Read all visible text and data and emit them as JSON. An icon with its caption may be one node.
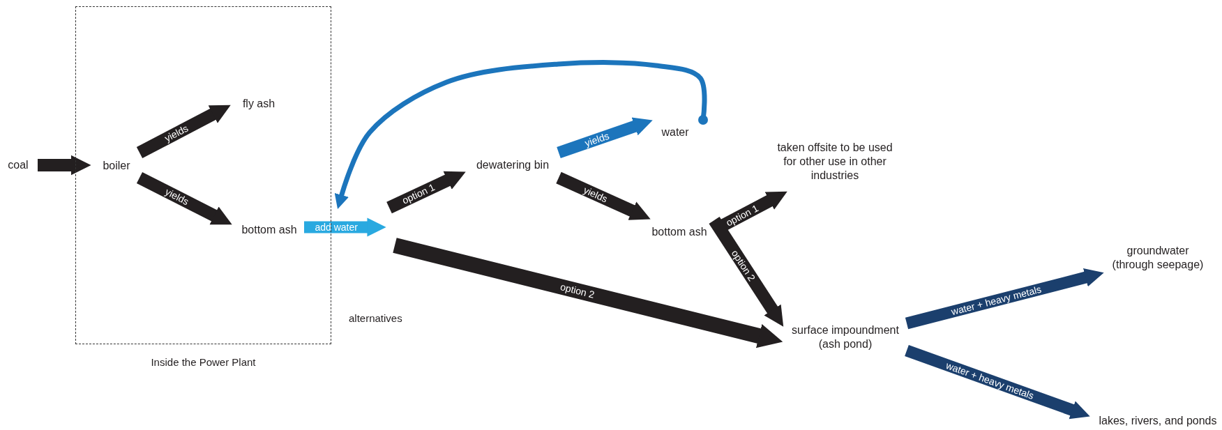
{
  "diagram": {
    "nodes": [
      {
        "text": [
          "Inside the Power Plant"
        ]
      },
      {
        "text": [
          "coal"
        ]
      },
      {
        "text": [
          "boiler"
        ],
        "in": 0
      },
      {
        "text": [
          "fly ash"
        ],
        "in": 0
      },
      {
        "text": [
          "bottom ash"
        ],
        "in": 0
      },
      {
        "text": [
          "dewatering bin"
        ]
      },
      {
        "text": [
          "water"
        ]
      },
      {
        "text": [
          "bottom ash"
        ]
      },
      {
        "text": [
          "taken offsite to be used for other use in other industries"
        ]
      },
      {
        "text": [
          "surface impoundment (ash pond)"
        ]
      },
      {
        "text": [
          "groundwater (through seepage)"
        ]
      },
      {
        "text": [
          "lakes, rivers, and ponds"
        ]
      }
    ],
    "edges": [
      {
        "from": 1,
        "to": 2,
        "arrow": "to"
      },
      {
        "from": 2,
        "to": 3,
        "arrow": "to",
        "label": "yields"
      },
      {
        "from": 2,
        "to": 4,
        "arrow": "to",
        "label": "yields"
      },
      {
        "from": 4,
        "to": null,
        "arrow": "to",
        "label": "add water",
        "color": "#29a9e0"
      },
      {
        "from": null,
        "to": 5,
        "arrow": "to",
        "label": "option 1"
      },
      {
        "from": null,
        "to": 9,
        "arrow": "to",
        "label": "option 2"
      },
      {
        "from": 5,
        "to": 6,
        "arrow": "to",
        "label": "yields",
        "color": "#1c75bc"
      },
      {
        "from": 5,
        "to": 7,
        "arrow": "to",
        "label": "yields"
      },
      {
        "from": 6,
        "to": 0,
        "arrow": "to",
        "color": "#1c75bc"
      },
      {
        "from": 7,
        "to": 8,
        "arrow": "to",
        "label": "option 1"
      },
      {
        "from": 7,
        "to": 9,
        "arrow": "to",
        "label": "option 2"
      },
      {
        "from": 9,
        "to": 10,
        "arrow": "to",
        "label": "water + heavy metals",
        "color": "#1b3f6d"
      },
      {
        "from": 9,
        "to": 11,
        "arrow": "to",
        "label": "water + heavy metals",
        "color": "#1b3f6d"
      }
    ],
    "labels": [
      "alternatives"
    ]
  }
}
